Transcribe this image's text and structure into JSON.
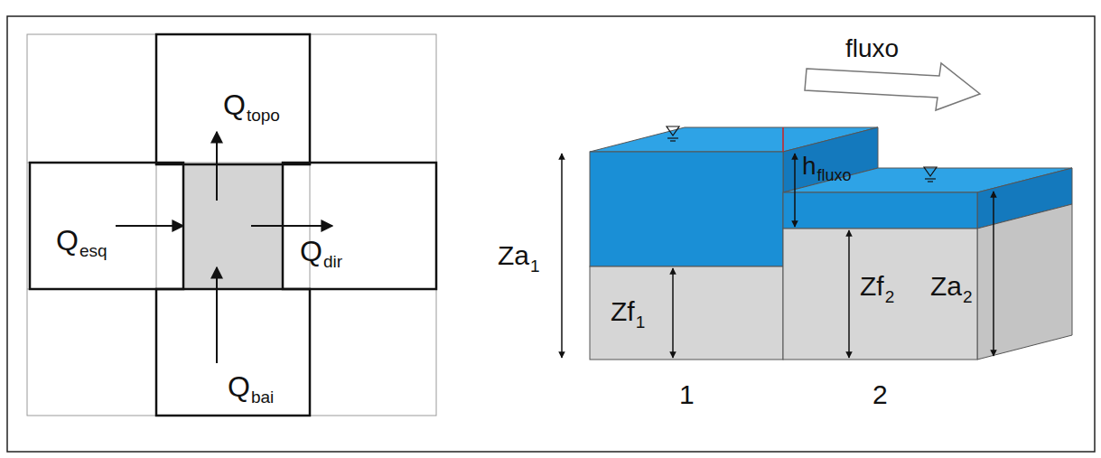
{
  "diagram": {
    "labels": [
      "Q",
      "esq",
      "Q",
      "topo",
      "Q",
      "dir",
      "Q",
      "bai",
      "fluxo",
      "Za",
      "1",
      "h",
      "fluxo",
      "Zf",
      "1",
      "Zf",
      "2",
      "Za",
      "2",
      "1",
      "2"
    ]
  }
}
